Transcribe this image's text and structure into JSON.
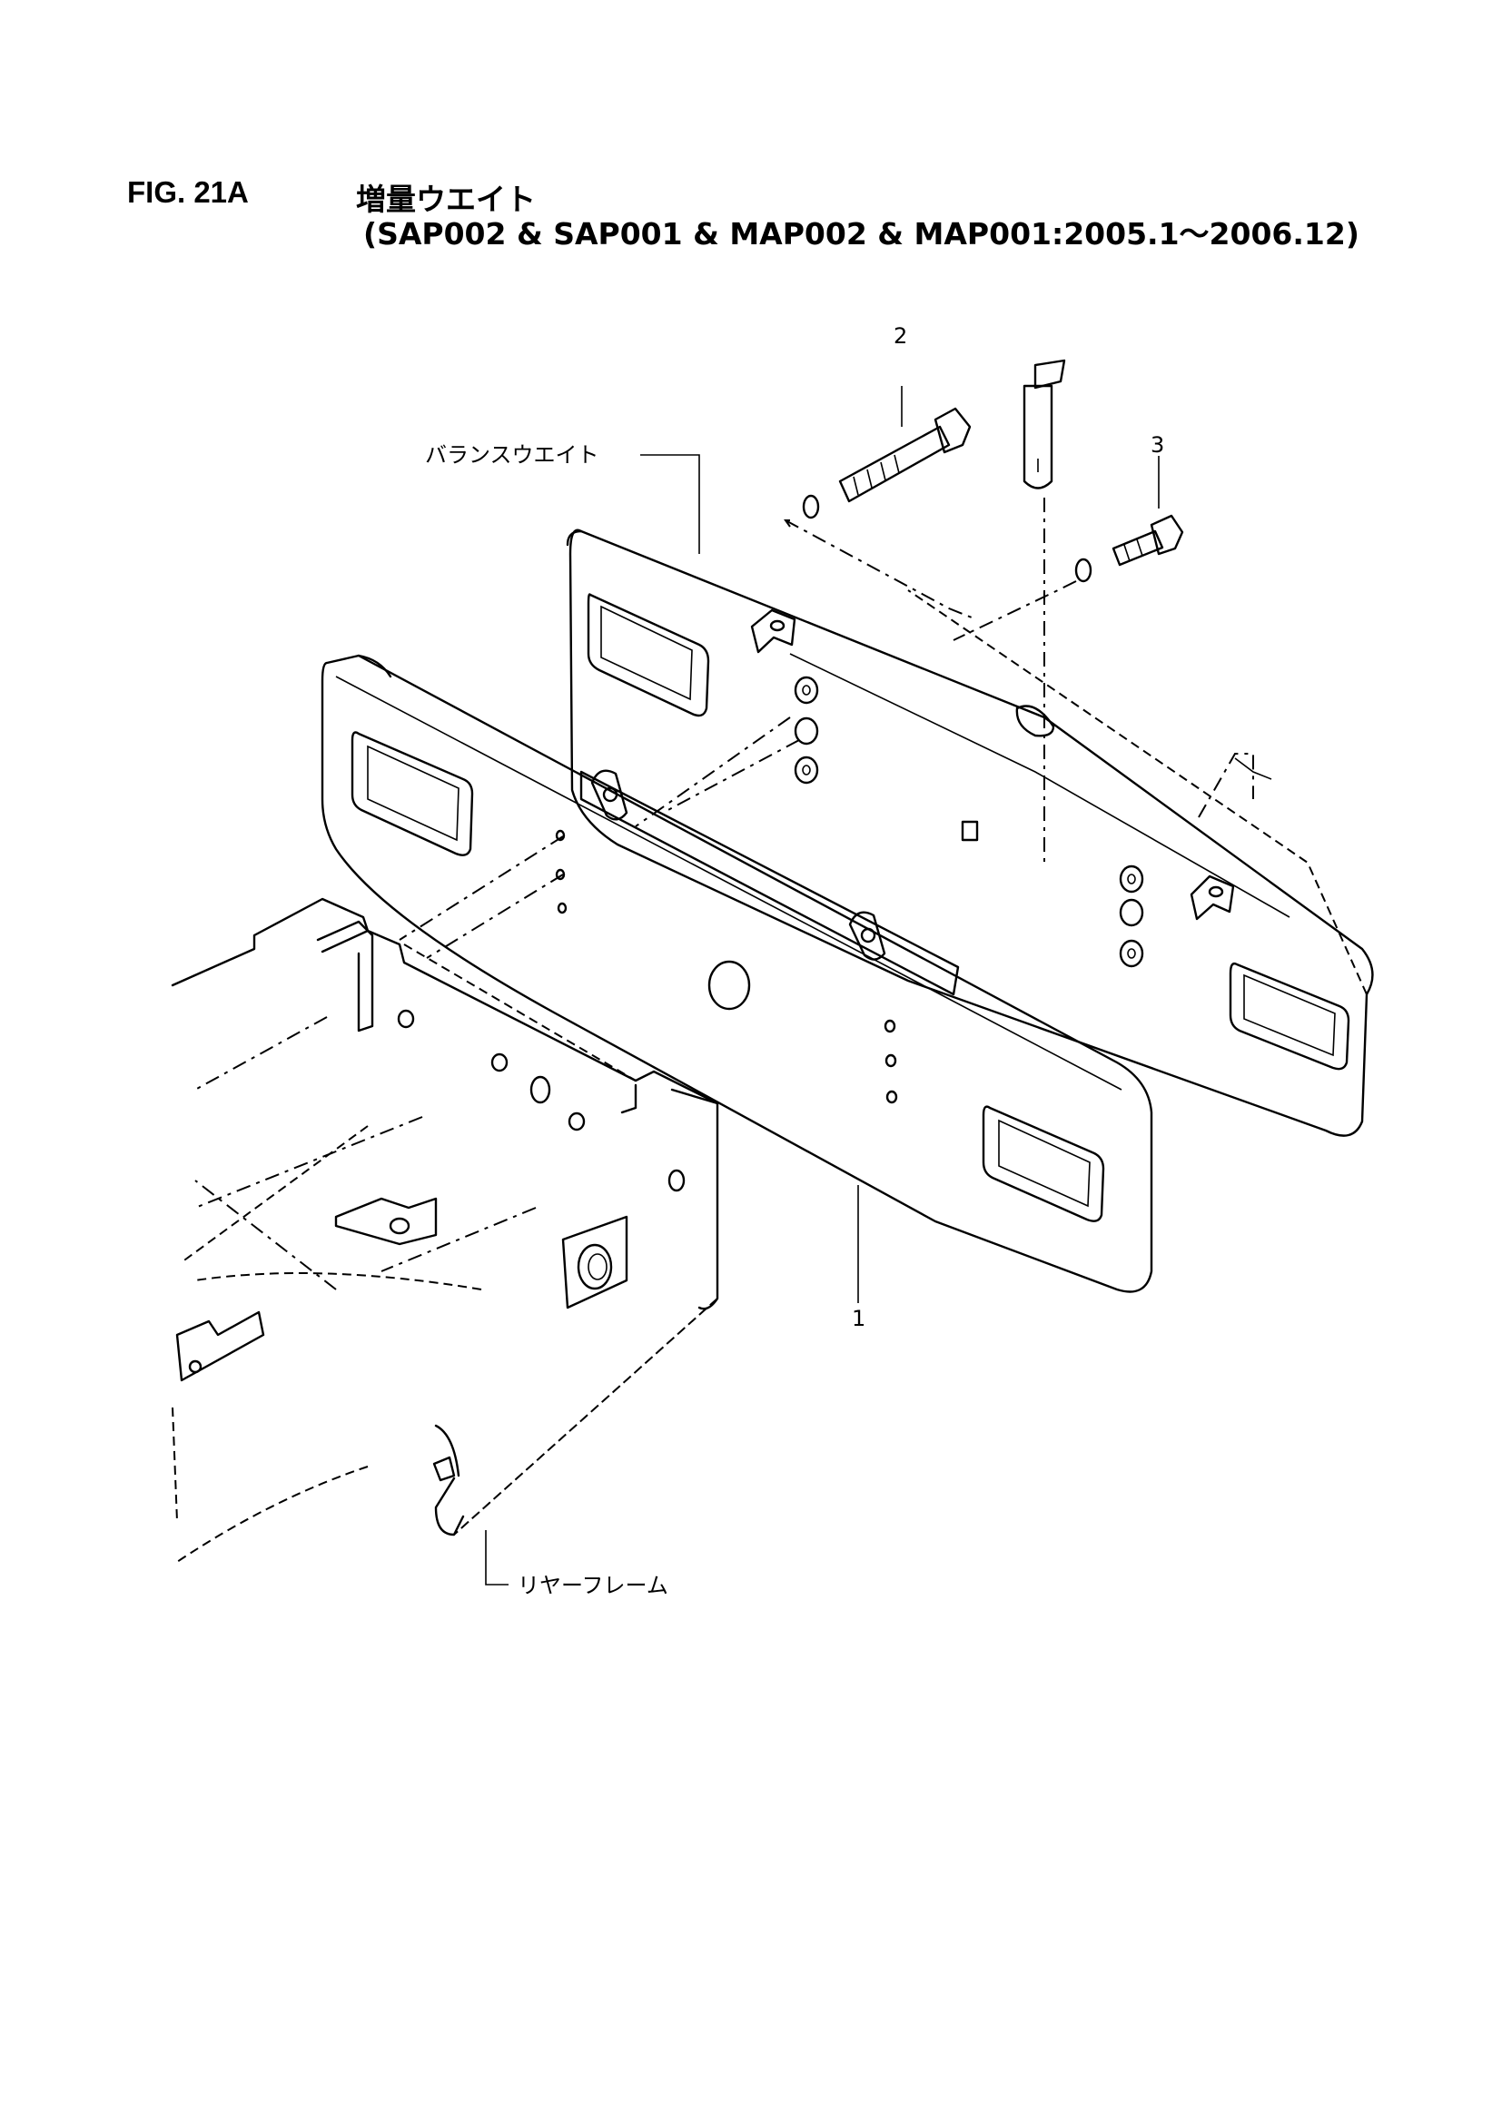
{
  "header": {
    "fig_number": "FIG. 21A",
    "title": "増量ウエイト",
    "subtitle": "(SAP002 & SAP001 & MAP002 & MAP001:2005.1～2006.12)"
  },
  "callouts": {
    "part_1": "1",
    "part_2": "2",
    "part_3": "3",
    "balance_weight": "バランスウエイト",
    "rear_frame": "リヤーフレーム"
  }
}
